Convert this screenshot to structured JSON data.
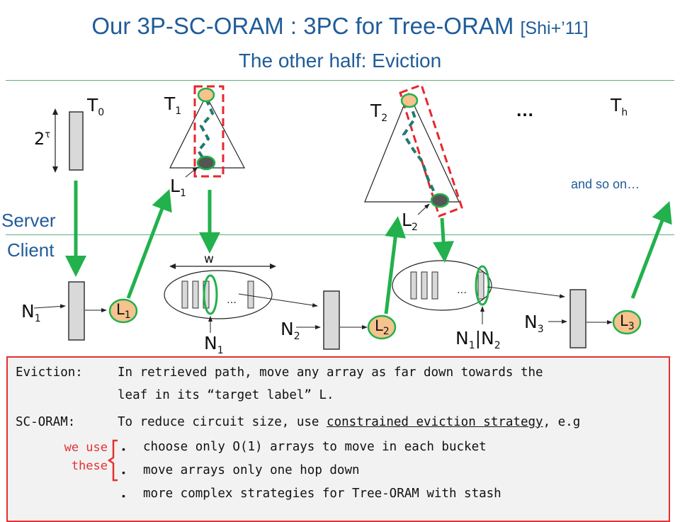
{
  "title": {
    "main": "Our 3P-SC-ORAM : 3PC for Tree-ORAM",
    "cite": "[Shi+’11]",
    "subtitle": "The other half:  Eviction"
  },
  "diagram": {
    "server_label": "Server",
    "client_label": "Client",
    "tree_labels": {
      "t0": "T",
      "t0_sub": "0",
      "t1": "T",
      "t1_sub": "1",
      "t2": "T",
      "t2_sub": "2",
      "th": "T",
      "th_sub": "h"
    },
    "ellipsis": "…",
    "size_label": "2",
    "size_exp": "τ",
    "leaf_labels": {
      "l1": "L",
      "l1_sub": "1",
      "l2": "L",
      "l2_sub": "2"
    },
    "and_so_on": "and so on…",
    "width_label": "w",
    "node_labels": {
      "n1a": "N",
      "n1a_sub": "1",
      "n1b": "N",
      "n1b_sub": "1",
      "n2": "N",
      "n2_sub": "2",
      "n12_a": "N",
      "n12_a_sub": "1",
      "n12_sep": "|N",
      "n12_b_sub": "2",
      "n3": "N",
      "n3_sub": "3"
    },
    "client_leaf_labels": {
      "c1": "L",
      "c1_sub": "1",
      "c2": "L",
      "c2_sub": "2",
      "c3": "L",
      "c3_sub": "3"
    },
    "mini_dots": "…",
    "colors": {
      "green_arrow": "#22b14c",
      "red_dashed": "#e8262c",
      "path_teal": "#1f7a6e",
      "leaf_fill": "#f6c28e",
      "node_dark": "#555555"
    }
  },
  "notes": {
    "eviction_label": "Eviction:",
    "eviction_text1": "In retrieved path, move any array as far down towards the",
    "eviction_text2": "leaf in its “target label” L.",
    "scoram_label": "SC-ORAM:",
    "scoram_pre": "To reduce circuit size, use",
    "scoram_link": "constrained eviction strategy",
    "scoram_post": ", e.g",
    "we_use": "we use",
    "these": "these",
    "bullets": [
      "choose only O(1) arrays to move in each bucket",
      "move arrays only one hop down",
      "more complex strategies for Tree-ORAM with stash"
    ]
  }
}
